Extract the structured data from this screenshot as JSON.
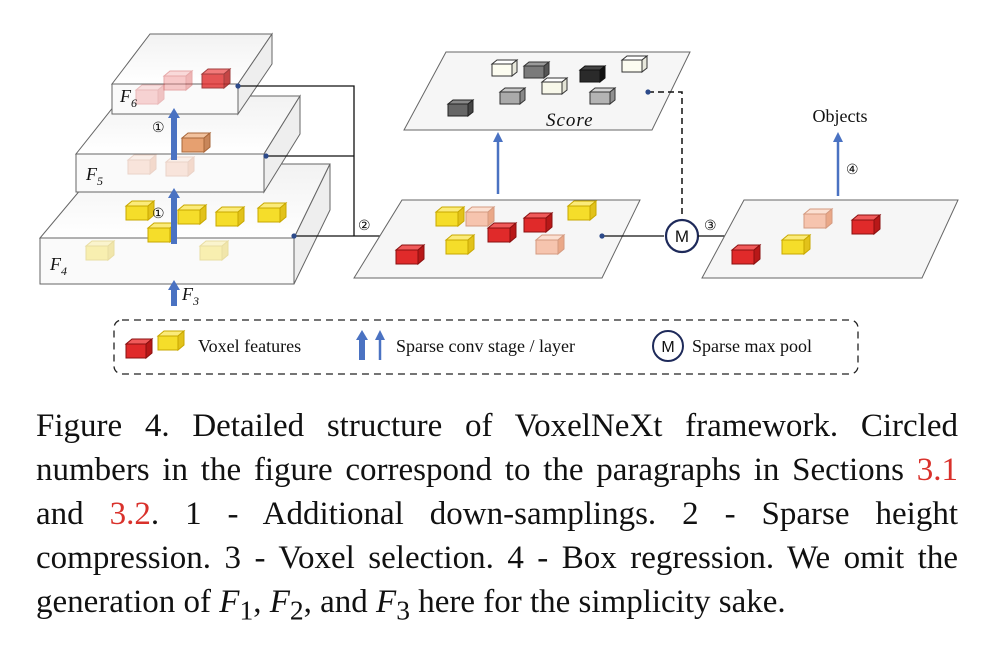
{
  "figure": {
    "feature_labels": {
      "f6": "F",
      "f6_sub": "6",
      "f5": "F",
      "f5_sub": "5",
      "f4": "F",
      "f4_sub": "4",
      "f3": "F",
      "f3_sub": "3"
    },
    "score_label": "Score",
    "objects_label": "Objects",
    "step_markers": {
      "down1a": "①",
      "down1b": "①",
      "s2": "②",
      "s3": "③",
      "s4": "④"
    },
    "max_pool_symbol": "M",
    "legend": {
      "voxel_features": "Voxel features",
      "sparse_conv": "Sparse conv stage / layer",
      "max_pool_symbol": "M",
      "sparse_max_pool": "Sparse max pool"
    },
    "colors": {
      "arrow_blue": "#4a72c2",
      "voxel_red": "#e02a2a",
      "voxel_yellow": "#f5dd2a",
      "voxel_peach": "#f6c4ae",
      "pool_circle": "#1e2a5a"
    }
  },
  "caption": {
    "label": "Figure 4.",
    "t1": " Detailed structure of VoxelNeXt framework. Circled numbers in the figure correspond to the paragraphs in Sections ",
    "ref1": "3.1",
    "t2": " and ",
    "ref2": "3.2",
    "t3": ". 1 - Additional down-samplings. 2 - Sparse height compression. 3 - Voxel selection. 4 - Box regression. We omit the generation of ",
    "f1": "F",
    "f1_sub": "1",
    "t4": ", ",
    "f2": "F",
    "f2_sub": "2",
    "t5": ", and ",
    "f3": "F",
    "f3_sub": "3",
    "t6": " here for the simplicity sake."
  }
}
